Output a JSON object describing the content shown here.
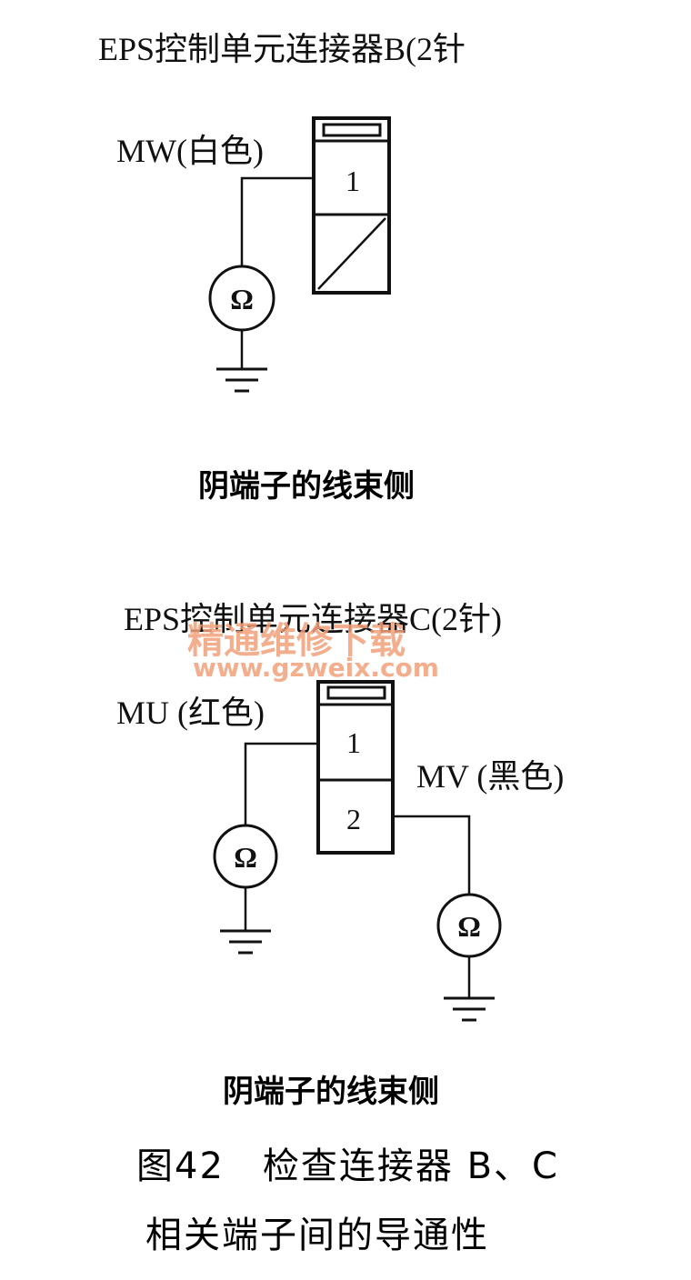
{
  "connector_b": {
    "title": "EPS控制单元连接器B(2针",
    "wire_label": "MW(白色)",
    "pin1": "1",
    "meter_symbol": "Ω",
    "view_label": "阴端子的线束侧"
  },
  "connector_c": {
    "title": "EPS控制单元连接器C(2针)",
    "wire1_label": "MU (红色)",
    "wire2_label": "MV (黑色)",
    "pin1": "1",
    "pin2": "2",
    "meter_symbol": "Ω",
    "view_label": "阴端子的线束侧"
  },
  "watermark": {
    "line1": "精通维修下载",
    "line2": "www.gzweix.com"
  },
  "caption": {
    "line1": "图42　检查连接器 B、C",
    "line2": "相关端子间的导通性"
  }
}
